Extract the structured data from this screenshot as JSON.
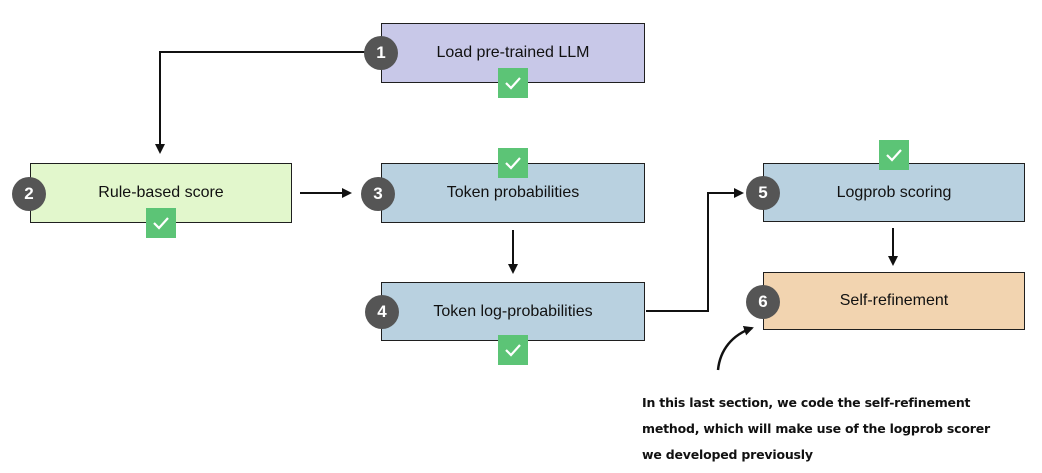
{
  "steps": [
    {
      "number": "1",
      "label": "Load pre-trained LLM",
      "color": "#c8c8e8",
      "done": true
    },
    {
      "number": "2",
      "label": "Rule-based score",
      "color": "#e2f7cc",
      "done": true
    },
    {
      "number": "3",
      "label": "Token probabilities",
      "color": "#b9d1e0",
      "done": true
    },
    {
      "number": "4",
      "label": "Token log-probabilities",
      "color": "#b9d1e0",
      "done": true
    },
    {
      "number": "5",
      "label": "Logprob scoring",
      "color": "#b9d1e0",
      "done": true
    },
    {
      "number": "6",
      "label": "Self-refinement",
      "color": "#f2d4b0",
      "done": false
    }
  ],
  "callout": {
    "lines": [
      "In this last section, we code the self-refinement",
      "method, which will make use of the logprob scorer",
      "we developed previously"
    ]
  },
  "colors": {
    "badge": "#555555",
    "check": "#5cc476",
    "arrow": "#111111"
  }
}
